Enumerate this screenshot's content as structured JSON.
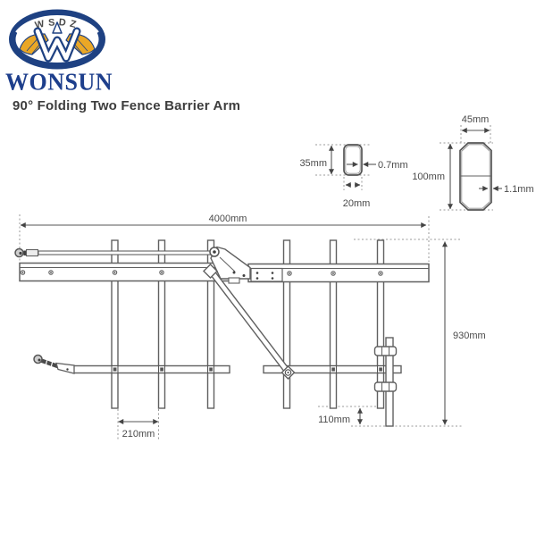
{
  "brand": {
    "ribbon_text": "WSDZ",
    "wordmark": "WONSUN"
  },
  "title": "90° Folding Two Fence Barrier Arm",
  "drawing": {
    "overall": {
      "length": "4000mm",
      "height": "930mm",
      "picket_spacing": "210mm",
      "post_drop": "110mm"
    },
    "picket_profile": {
      "height": "35mm",
      "width": "20mm",
      "wall_thickness": "0.7mm"
    },
    "arm_profile": {
      "width": "45mm",
      "height": "100mm",
      "wall_thickness": "1.1mm"
    }
  },
  "colors": {
    "brand_navy": "#1e4182",
    "brand_gold": "#eaa726",
    "line_gray": "#606060",
    "dim_text": "#4a4a4a"
  }
}
